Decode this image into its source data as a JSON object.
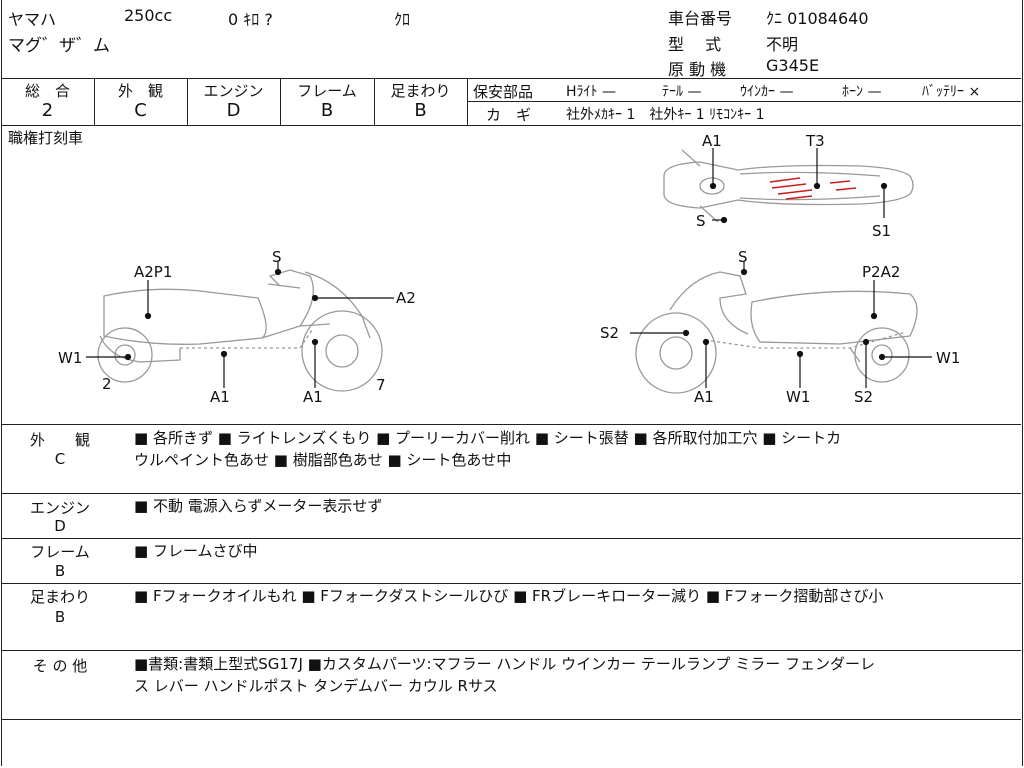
{
  "header": {
    "maker": "ヤマハ",
    "cc": "250cc",
    "mileage": "0 ｷﾛ ?",
    "color": "ｸﾛ",
    "model_name": "マグ゛ザ゛ム",
    "chassis_label": "車台番号",
    "chassis_value": "ｸﾆ 01084640",
    "type_label": "型　 式",
    "type_value": "不明",
    "engine_label": "原 動 機",
    "engine_value": "G345E"
  },
  "grades": {
    "total_label": "総　合",
    "total_value": "2",
    "exterior_label": "外　観",
    "exterior_value": "C",
    "engine_label": "エンジン",
    "engine_value": "D",
    "frame_label": "フレーム",
    "frame_value": "B",
    "suspension_label": "足まわり",
    "suspension_value": "B"
  },
  "safety": {
    "title": "保安部品",
    "light": "Hﾗｲﾄ —",
    "tail": "ﾃｰﾙ —",
    "winker": "ｳｲﾝｶｰ —",
    "horn": "ﾎｰﾝ —",
    "battery": "ﾊﾞｯﾃﾘｰ ×",
    "key_label": "カ　ギ",
    "key_value": "社外ﾒｶｷｰ 1　社外ｷｰ 1 ﾘﾓｺﾝｷｰ 1"
  },
  "diagram": {
    "section_label": "職権打刻車",
    "top_labels": {
      "a1": "A1",
      "t3": "T3",
      "s": "S",
      "s1": "S1"
    },
    "left_labels": {
      "s": "S",
      "a2p1": "A2P1",
      "a2": "A2",
      "w1": "W1",
      "n2": "2",
      "a1a": "A1",
      "a1b": "A1",
      "n7": "7"
    },
    "right_labels": {
      "s": "S",
      "p2a2": "P2A2",
      "s2a": "S2",
      "w1": "W1",
      "a1": "A1",
      "w1b": "W1",
      "s2b": "S2"
    }
  },
  "notes": [
    {
      "label": "外　　観",
      "grade": "C",
      "line1": "■ 各所きず ■ ライトレンズくもり ■ プーリーカバー削れ ■ シート張替 ■ 各所取付加工穴 ■ シートカ",
      "line2": "ウルペイント色あせ ■ 樹脂部色あせ ■ シート色あせ中"
    },
    {
      "label": "エンジン",
      "grade": "D",
      "line1": "■ 不動 電源入らずメーター表示せず",
      "line2": ""
    },
    {
      "label": "フレーム",
      "grade": "B",
      "line1": "■ フレームさび中",
      "line2": ""
    },
    {
      "label": "足まわり",
      "grade": "B",
      "line1": "■ Fフォークオイルもれ ■ Fフォークダストシールひび ■ FRブレーキローター減り ■ Fフォーク摺動部さび小",
      "line2": ""
    },
    {
      "label": "そ の 他",
      "grade": "",
      "line1": "■書類:書類上型式SG17J ■カスタムパーツ:マフラー ハンドル ウインカー テールランプ ミラー フェンダーレ",
      "line2": "ス レバー ハンドルポスト タンデムバー カウル Rサス"
    }
  ]
}
